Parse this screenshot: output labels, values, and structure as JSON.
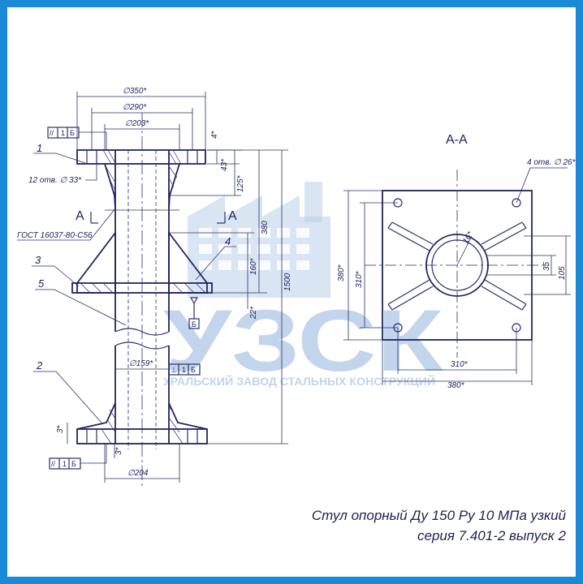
{
  "caption": {
    "line1": "Стул опорный Ду 150 Ру 10 МПа узкий",
    "line2": "серия 7.401-2 выпуск 2"
  },
  "watermark": {
    "logo_text": "УЗСК",
    "company": "УРАЛЬСКИЙ ЗАВОД СТАЛЬНЫХ КОНСТРУКЦИЙ"
  },
  "drawing": {
    "section_label": "А-А",
    "cut_marker": "А",
    "gost_note": "ГОСТ 16037-80-С56",
    "bolt_holes_flange": "12 отв. ∅ 33*",
    "bolt_holes_plate": "4 отв. ∅ 26*",
    "datum": "Б",
    "tol_parallel_top": {
      "sym": "//",
      "val": "1",
      "ref": "Б"
    },
    "tol_perp": {
      "sym": "⊥",
      "val": "1",
      "ref": "Б"
    },
    "tol_parallel_bottom": {
      "sym": "//",
      "val": "1",
      "ref": "Б"
    },
    "parts": [
      "1",
      "2",
      "3",
      "4",
      "5"
    ],
    "dims": {
      "d350": "∅350*",
      "d290": "∅290*",
      "d203": "∅203*",
      "d159": "∅159*",
      "d204": "∅204",
      "h4": "4*",
      "h43": "43*",
      "h125": "125*",
      "h380v": "380",
      "h1500": "1500",
      "h160": "160*",
      "h22": "22*",
      "h3a": "3*",
      "h3b": "3*",
      "s380v": "380*",
      "s310v": "310*",
      "s310h": "310*",
      "s380h": "380*",
      "s16": "16*",
      "s35": "35",
      "s105": "105"
    }
  },
  "colors": {
    "frame": "#1a8ad6",
    "ink": "#2a2f6e",
    "watermark": "#8fb2dc"
  }
}
